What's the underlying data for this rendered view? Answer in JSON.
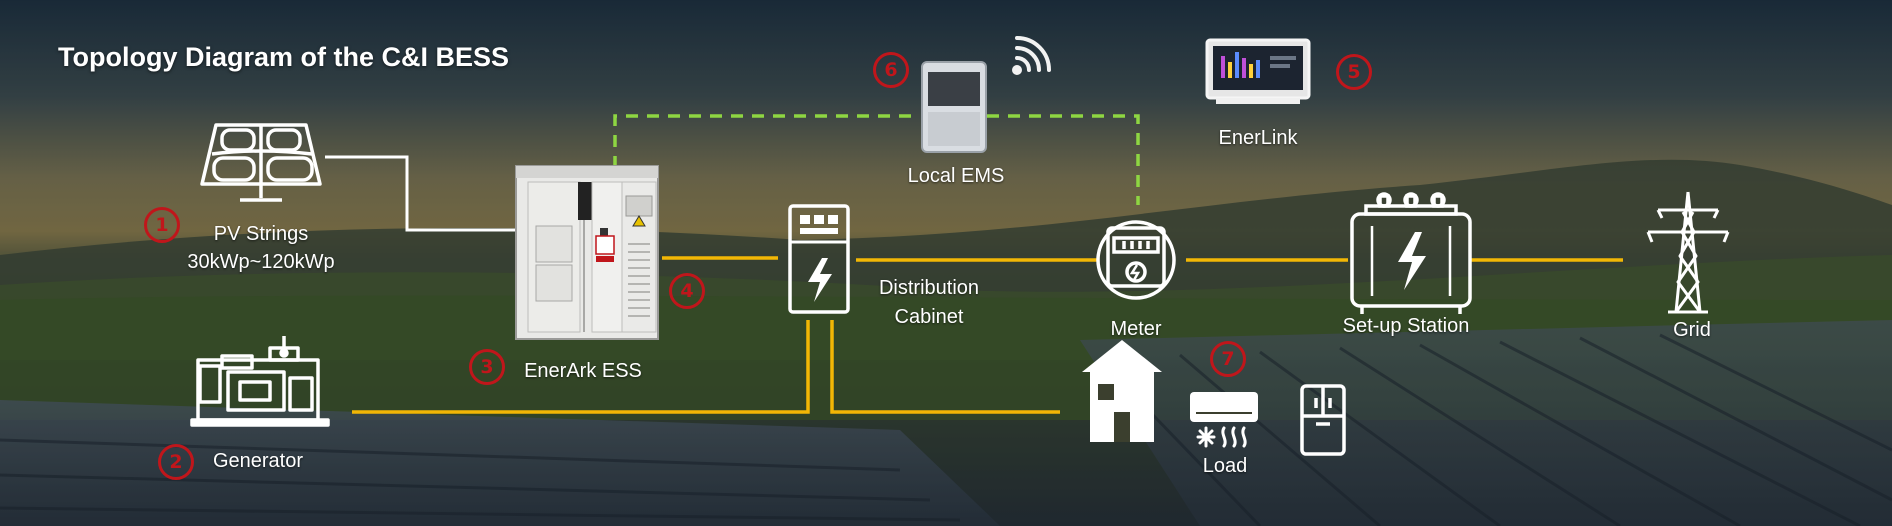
{
  "title": "Topology Diagram of the C&I  BESS",
  "colors": {
    "power_line": "#f2b705",
    "comm_line": "#8ed642",
    "pv_line": "#ffffff",
    "badge": "#c0161b",
    "label": "#ffffff"
  },
  "nodes": {
    "pv": {
      "label": "PV Strings",
      "sublabel": "30kWp~120kWp",
      "badge": "1"
    },
    "generator": {
      "label": "Generator",
      "badge": "2"
    },
    "ess": {
      "label": "EnerArk  ESS",
      "badge": "3"
    },
    "ess_link": {
      "badge": "4"
    },
    "enerlink": {
      "label": "EnerLink",
      "badge": "5"
    },
    "ems": {
      "label": "Local EMS",
      "badge": "6"
    },
    "load": {
      "label": "Load",
      "badge": "7"
    },
    "cabinet": {
      "label_line1": "Distribution",
      "label_line2": "Cabinet"
    },
    "meter": {
      "label": "Meter"
    },
    "station": {
      "label": "Set-up Station"
    },
    "grid": {
      "label": "Grid"
    }
  }
}
